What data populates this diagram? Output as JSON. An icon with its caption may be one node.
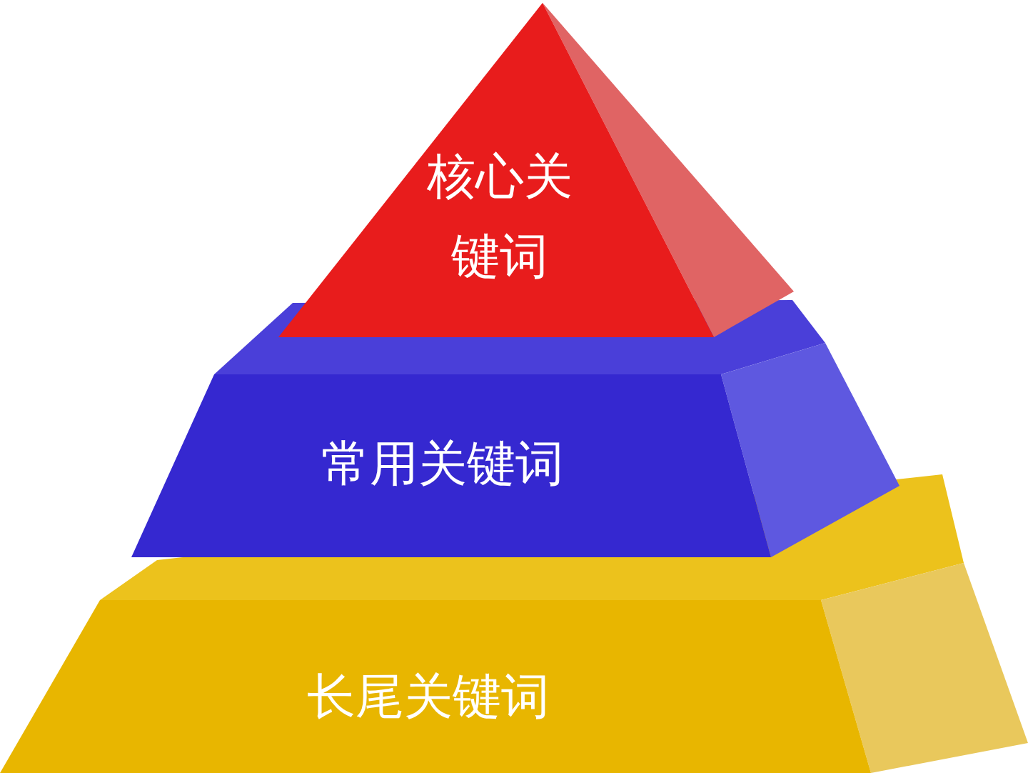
{
  "diagram": {
    "nodes": [
      {
        "text": [
          "核心关键词"
        ]
      },
      {
        "text": [
          "常用关键词"
        ]
      },
      {
        "text": [
          "长尾关键词"
        ]
      }
    ]
  }
}
